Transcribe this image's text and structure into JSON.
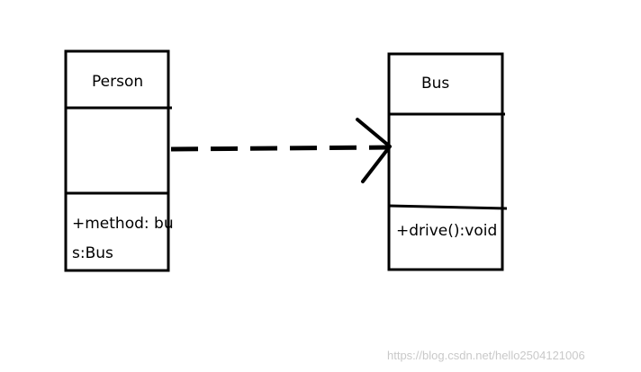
{
  "classes": {
    "person": {
      "name": "Person",
      "operation_line1": "+method: bu",
      "operation_line2": "s:Bus"
    },
    "bus": {
      "name": "Bus",
      "operation": "+drive():void"
    }
  },
  "relationship": {
    "type": "dependency",
    "from": "Person",
    "to": "Bus"
  },
  "watermark": "https://blog.csdn.net/hello2504121006"
}
